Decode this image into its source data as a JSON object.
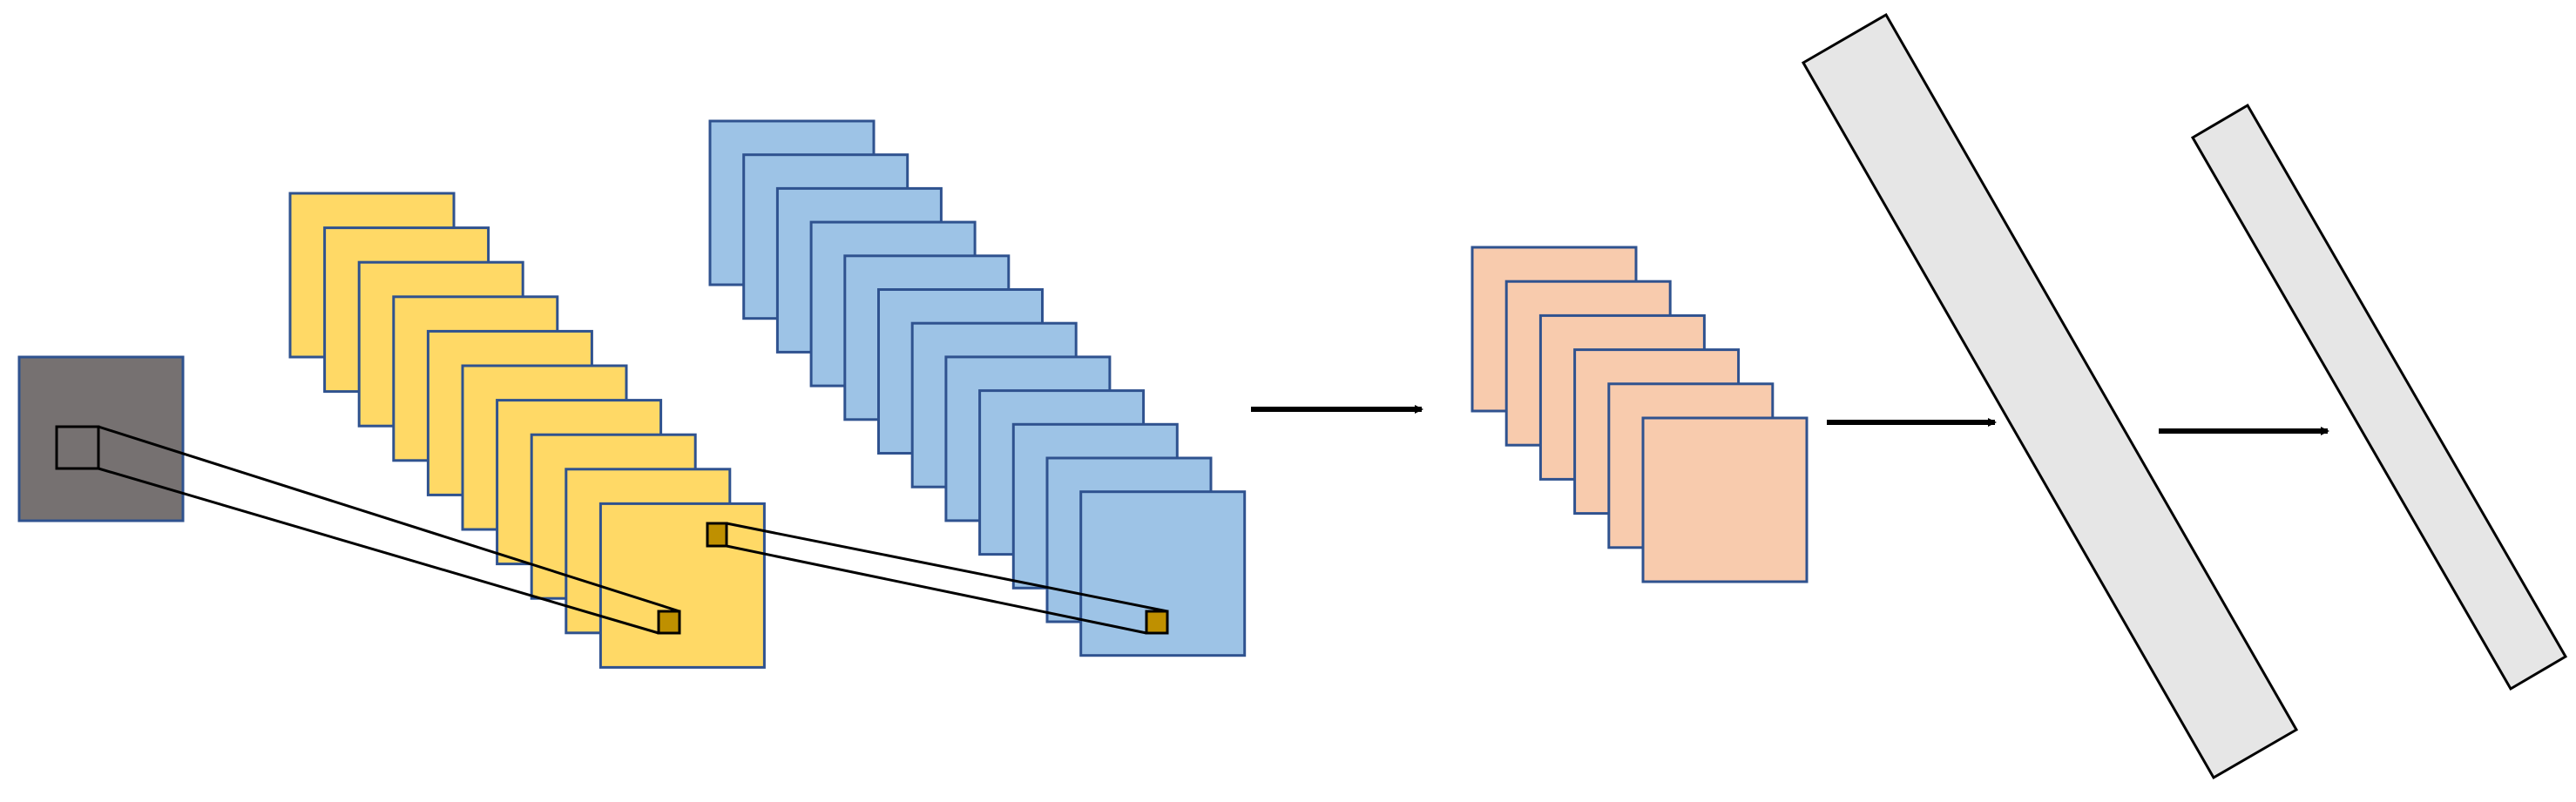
{
  "diagram": {
    "input_map": {
      "count": 1,
      "fill": "#767171",
      "stroke": "#2F528F"
    },
    "conv_layer_1": {
      "count": 10,
      "fill": "#FFD966",
      "stroke": "#2F528F"
    },
    "conv_layer_2": {
      "count": 12,
      "fill": "#9DC3E6",
      "stroke": "#2F528F"
    },
    "pool_layer": {
      "count": 6,
      "fill": "#F8CBAD",
      "stroke": "#2F528F"
    },
    "dense_layers": {
      "count": 2,
      "fill": "#E6E6E6",
      "stroke": "#000000"
    },
    "kernel_colors": {
      "input_window": "#767171",
      "layer1_unit": "#BF9000",
      "layer2_unit": "#BF9000"
    },
    "arrows": {
      "count": 3,
      "color": "#000000"
    }
  }
}
